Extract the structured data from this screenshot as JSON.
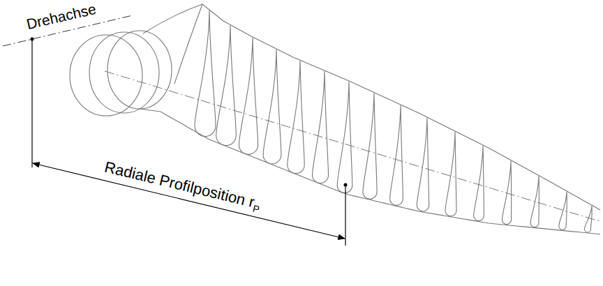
{
  "diagram": {
    "labels": [
      "Drehachse",
      "Radiale Profilposition r",
      "P"
    ]
  }
}
